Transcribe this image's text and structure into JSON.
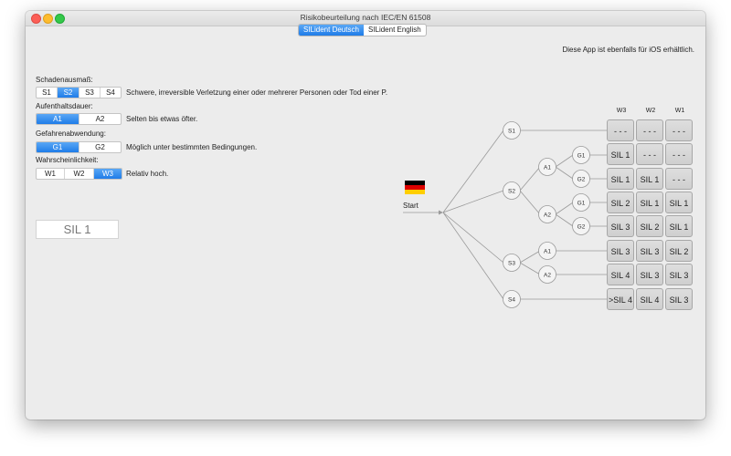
{
  "window": {
    "title": "Risikobeurteilung nach IEC/EN 61508"
  },
  "tabs": [
    {
      "label": "SILident Deutsch",
      "active": true
    },
    {
      "label": "SILident English",
      "active": false
    }
  ],
  "notice": "Diese App ist ebenfalls für iOS erhältlich.",
  "sections": {
    "schaden": {
      "label": "Schadenausmaß:",
      "options": [
        "S1",
        "S2",
        "S3",
        "S4"
      ],
      "selected": 1,
      "desc": "Schwere, irreversible Verletzung einer oder mehrerer Personen oder Tod einer P."
    },
    "aufenthalt": {
      "label": "Aufenthaltsdauer:",
      "options": [
        "A1",
        "A2"
      ],
      "selected": 0,
      "desc": "Selten bis etwas öfter."
    },
    "gefahr": {
      "label": "Gefahrenabwendung:",
      "options": [
        "G1",
        "G2"
      ],
      "selected": 0,
      "desc": "Möglich unter bestimmten Bedingungen."
    },
    "wahrsch": {
      "label": "Wahrscheinlichkeit:",
      "options": [
        "W1",
        "W2",
        "W3"
      ],
      "selected": 2,
      "desc": "Relativ hoch."
    }
  },
  "result": "SIL 1",
  "tree": {
    "start": "Start",
    "nodes": [
      "S1",
      "S2",
      "A1",
      "G1",
      "G2",
      "A2",
      "G1",
      "G2",
      "S3",
      "A1",
      "A2",
      "S4"
    ]
  },
  "matrix": {
    "headers": [
      "W3",
      "W2",
      "W1"
    ],
    "rows": [
      [
        "- - -",
        "- - -",
        "- - -"
      ],
      [
        "SIL 1",
        "- - -",
        "- - -"
      ],
      [
        "SIL 1",
        "SIL 1",
        "- - -"
      ],
      [
        "SIL 2",
        "SIL 1",
        "SIL 1"
      ],
      [
        "SIL 3",
        "SIL 2",
        "SIL 1"
      ],
      [
        "SIL 3",
        "SIL 3",
        "SIL 2"
      ],
      [
        "SIL 4",
        "SIL 3",
        "SIL 3"
      ],
      [
        ">SIL 4",
        "SIL 4",
        "SIL 3"
      ]
    ]
  },
  "colors": {
    "accent": "#1f7ce8",
    "flag": [
      "#000000",
      "#dd0000",
      "#ffce00"
    ]
  }
}
